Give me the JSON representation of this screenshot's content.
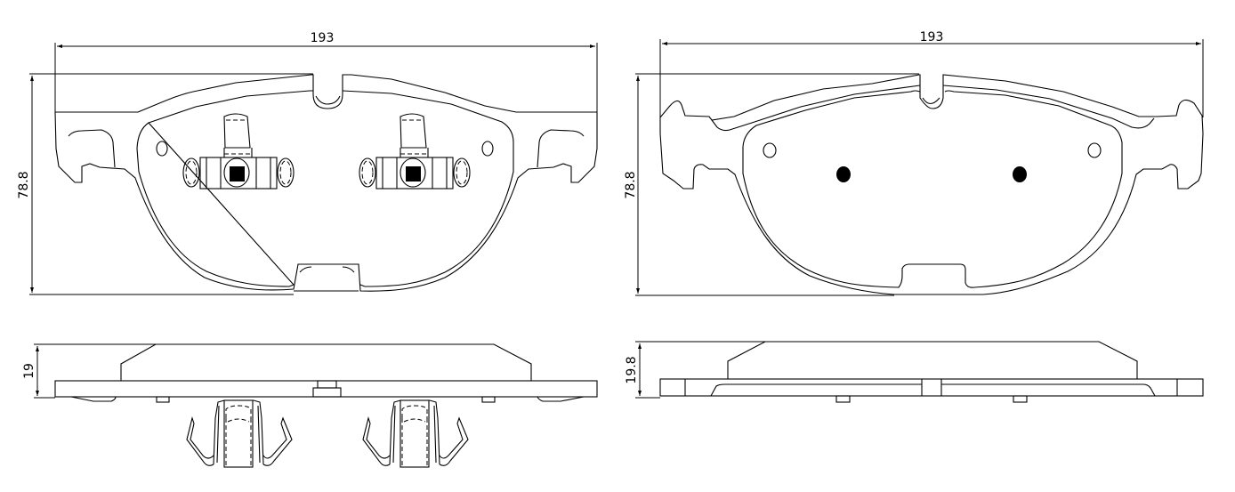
{
  "left_pad": {
    "width_label": "193",
    "height_label": "78.8",
    "thickness_label": "19"
  },
  "right_pad": {
    "width_label": "193",
    "height_label": "78.8",
    "thickness_label": "19.8"
  }
}
